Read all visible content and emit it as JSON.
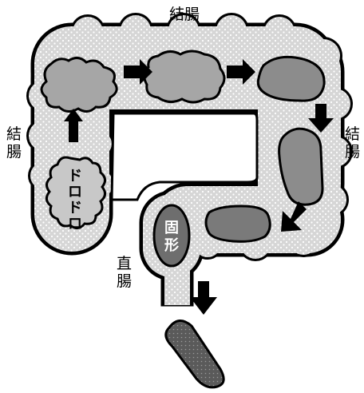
{
  "labels": {
    "colon_top": "結腸",
    "colon_left": [
      "結",
      "腸"
    ],
    "colon_right": [
      "結",
      "腸"
    ],
    "rectum": [
      "直",
      "腸"
    ]
  },
  "stool": {
    "watery": [
      "ド",
      "ロ",
      "ド",
      "ロ"
    ],
    "solid": [
      "固",
      "形"
    ]
  },
  "colors": {
    "intestine_fill": "#d9d9d9",
    "dot": "#ffffff",
    "outline": "#000000",
    "mushy_stool": "#a6a6a6",
    "forming_stool": "#8c8c8c",
    "solid_stool": "#6e6e6e",
    "excreted_stool": "#5a5a5a",
    "watery_stool": "#c8c8c8",
    "arrow": "#000000"
  },
  "icons": {
    "flow_arrow": "flow-arrow-icon"
  }
}
